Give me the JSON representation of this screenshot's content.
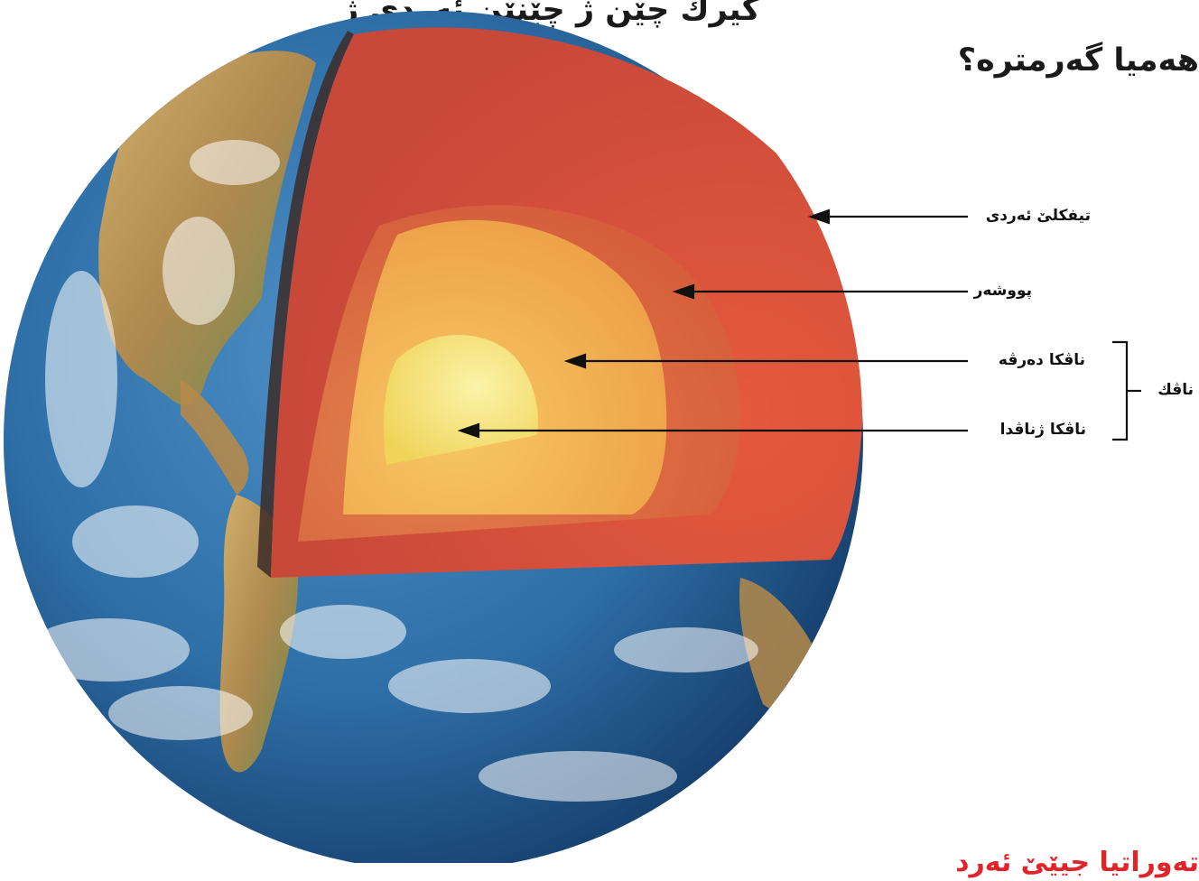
{
  "question": {
    "line1": "كيرك چێن ژ چێنێن ئەردی ژ",
    "line2": "هەمیا گەرمترە؟"
  },
  "labels": {
    "crust": "تیفكلێ ئەردی",
    "mantle": "پووشەر",
    "outer_core": "ناڤكا دەرڤە",
    "inner_core": "ناڤكا ژناڤدا",
    "core": "ناڤك"
  },
  "footer": {
    "text": "تەوراتيا جيێێ ئەرد"
  },
  "colors": {
    "ocean": "#2f6fa8",
    "crust": "#c8483a",
    "mantle": "#d9653d",
    "outer_core": "#efaa4c",
    "inner_core": "#f6e47a",
    "accent_red": "#e2232a"
  }
}
